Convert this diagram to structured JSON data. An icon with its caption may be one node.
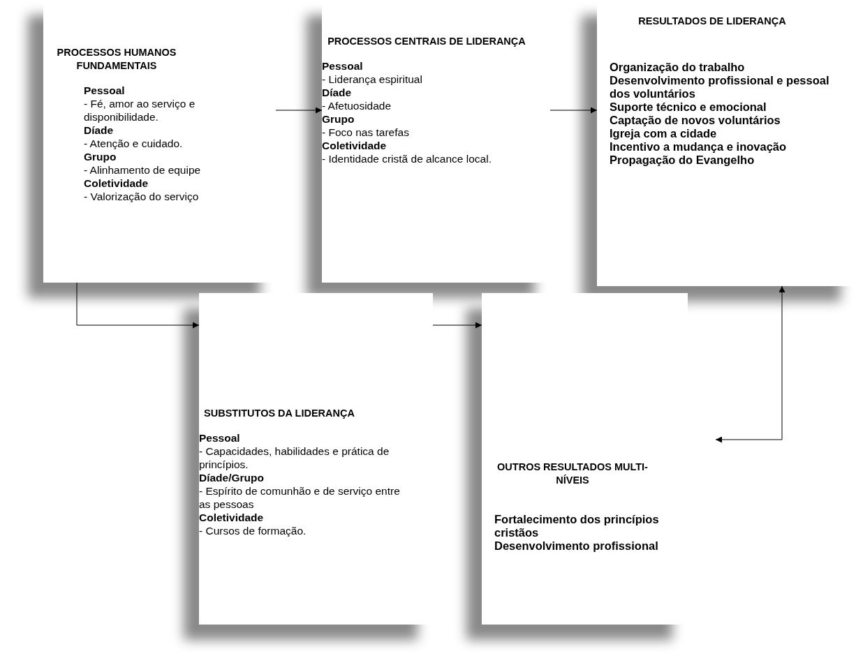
{
  "diagram": {
    "nodes": [
      {
        "text": [
          "PROCESSOS HUMANOS FUNDAMENTAIS",
          "Pessoal",
          "-  Fé, amor ao serviço e disponibilidade.",
          "Díade",
          "- Atenção e cuidado.",
          "Grupo",
          "- Alinhamento de equipe",
          "Coletividade",
          "- Valorização do serviço"
        ]
      },
      {
        "text": [
          "PROCESSOS CENTRAIS DE LIDERANÇA",
          "Pessoal",
          "- Liderança espiritual",
          "Díade",
          "- Afetuosidade",
          "Grupo",
          "- Foco nas tarefas",
          "Coletividade",
          "- Identidade cristã de alcance local."
        ]
      },
      {
        "text": [
          "RESULTADOS DE LIDERANÇA",
          "Organização do trabalho",
          "Desenvolvimento profissional e pessoal dos voluntários",
          "Suporte técnico e emocional",
          "Captação de novos voluntários",
          "Igreja com a cidade",
          "Incentivo a mudança e inovação",
          "Propagação do Evangelho"
        ]
      },
      {
        "text": [
          "SUBSTITUTOS DA LIDERANÇA",
          "Pessoal",
          "- Capacidades, habilidades e prática de princípios.",
          "Díade/Grupo",
          "- Espírito de comunhão e de serviço entre as pessoas",
          "Coletividade",
          "- Cursos de formação."
        ]
      },
      {
        "text": [
          "OUTROS RESULTADOS MULTI-NÍVEIS",
          "Fortalecimento dos princípios cristãos",
          "Desenvolvimento profissional"
        ]
      }
    ],
    "edges": [
      {
        "from": 0,
        "to": 1,
        "arrow": "to"
      },
      {
        "from": 1,
        "to": 2,
        "arrow": "to"
      },
      {
        "from": 0,
        "to": 3,
        "arrow": "to"
      },
      {
        "from": 3,
        "to": 4,
        "arrow": "to"
      },
      {
        "from": 4,
        "to": 2,
        "arrow": "both"
      }
    ]
  }
}
